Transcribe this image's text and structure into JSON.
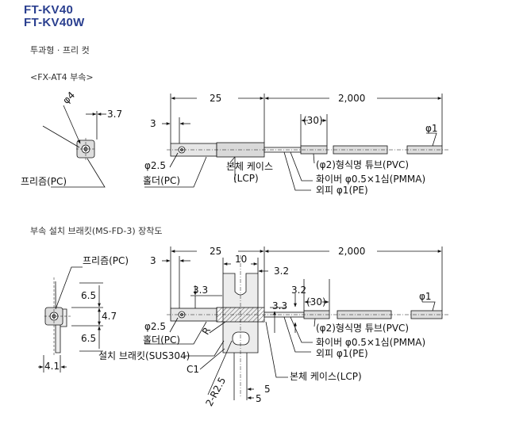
{
  "header": {
    "model_1": "FT-KV40",
    "model_2": "FT-KV40W",
    "subtitle": "투과형 · 프리 컷"
  },
  "section1": {
    "caption": "<FX-AT4 부속>",
    "labels": {
      "phi4": "φ4",
      "d37": "3.7",
      "prism": "프리즘(PC)",
      "d3": "3",
      "d25": "25",
      "d2000": "2,000",
      "d30": "(30)",
      "phi1": "φ1",
      "phi25": "φ2.5",
      "holder": "홀더(PC)",
      "body_case": "본체 케이스",
      "lcp": "(LCP)",
      "tube": "(φ2)형식명 튜브(PVC)",
      "fiber_core": "화이버 φ0.5×1심(PMMA)",
      "sheath_pe": "외피 φ1(PE)"
    }
  },
  "section2": {
    "caption": "부속 설치 브래킷(MS-FD-3) 장착도",
    "labels": {
      "prism": "프리즘(PC)",
      "d65a": "6.5",
      "d47": "4.7",
      "d65b": "6.5",
      "d41": "4.1",
      "d3": "3",
      "d25": "25",
      "d10": "10",
      "d32a": "3.2",
      "d33a": "3.3",
      "d33b": "3.3",
      "d32b": "3.2",
      "d2000": "2,000",
      "d30": "(30)",
      "phi1": "φ1",
      "phi25": "φ2.5",
      "r": "R",
      "holder": "홀더(PC)",
      "bracket": "설치 브래킷(SUS304)",
      "c1": "C1",
      "r25": "2-R2.5",
      "tube": "(φ2)형식명 튜브(PVC)",
      "fiber_core": "화이버 φ0.5×1심(PMMA)",
      "sheath_pe": "외피 φ1(PE)",
      "body_case": "본체 케이스(LCP)",
      "d5a": "5",
      "d5b": "5"
    }
  }
}
